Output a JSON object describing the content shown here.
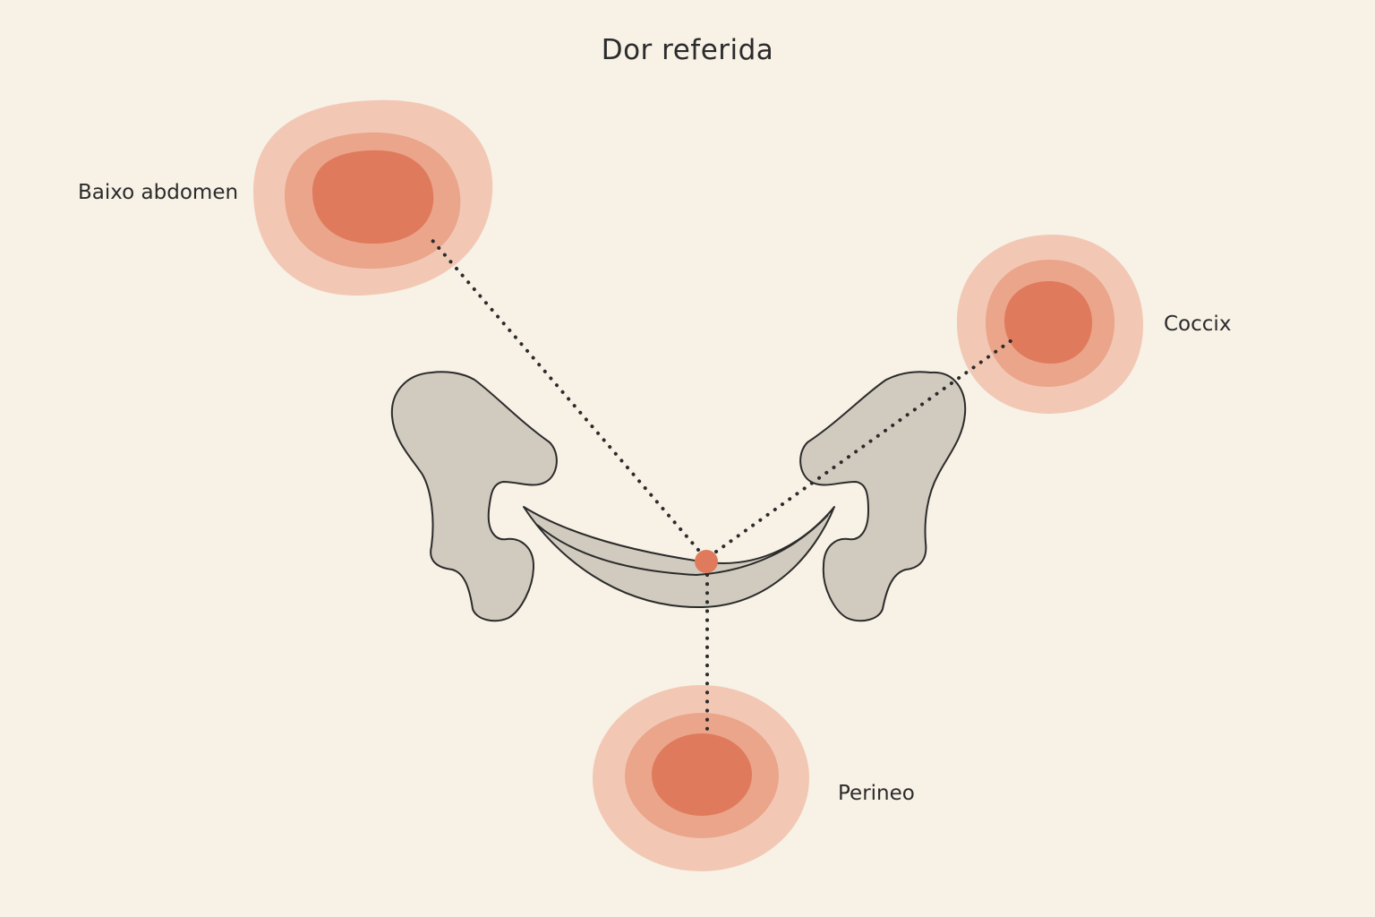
{
  "title": "Dor referida",
  "regions": {
    "abdomen": {
      "label": "Baixo abdomen"
    },
    "coccix": {
      "label": "Coccix"
    },
    "perineo": {
      "label": "Perineo"
    }
  },
  "colors": {
    "background": "#f7f1e6",
    "halo_outer": "#f2c8b5",
    "halo_middle": "#eaa58b",
    "halo_core": "#e07a5c",
    "bone_fill": "#d1cbbf",
    "bone_stroke": "#2b2b2b",
    "origin_point": "#e07a5c",
    "dotted_line": "#2b2b2b"
  }
}
